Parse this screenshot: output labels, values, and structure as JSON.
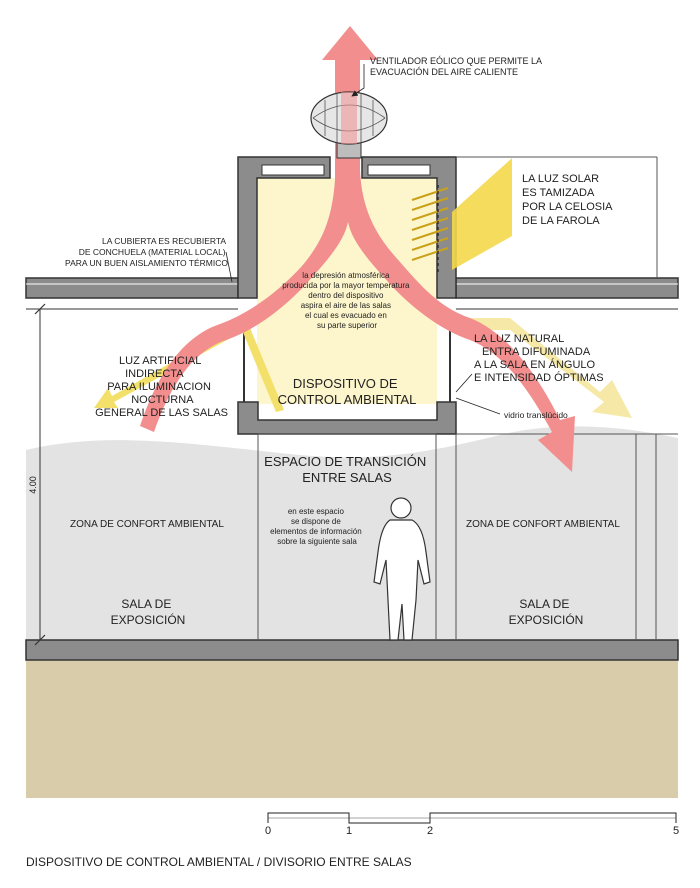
{
  "title": "DISPOSITIVO DE CONTROL AMBIENTAL / DIVISORIO ENTRE SALAS",
  "annotations": {
    "ventilador": [
      "VENTILADOR EÓLICO QUE PERMITE LA",
      "EVACUACIÓN DEL AIRE CALIENTE"
    ],
    "luz_solar": [
      "LA LUZ SOLAR",
      "ES TAMIZADA",
      "POR LA CELOSIA",
      "DE LA FAROLA"
    ],
    "cubierta": [
      "LA CUBIERTA ES RECUBIERTA",
      "DE CONCHUELA (MATERIAL LOCAL)",
      "PARA UN BUEN AISLAMIENTO TÉRMICO"
    ],
    "depresion": [
      "la depresión atmosférica",
      "producida por la mayor temperatura",
      "dentro del dispositivo",
      "aspira el aire de las salas",
      "el cual es evacuado en",
      "su parte superior"
    ],
    "luz_artificial": [
      "LUZ ARTIFICIAL",
      "INDIRECTA",
      "PARA ILUMINACION",
      "NOCTURNA",
      "GENERAL DE LAS SALAS"
    ],
    "luz_natural": [
      "LA LUZ NATURAL",
      "ENTRA DIFUMINADA",
      "A LA SALA EN ÁNGULO",
      "E INTENSIDAD ÓPTIMAS"
    ],
    "dispositivo": [
      "DISPOSITIVO DE",
      "CONTROL AMBIENTAL"
    ],
    "vidrio": "vidrio translúcido",
    "transicion": [
      "ESPACIO DE TRANSICIÓN",
      "ENTRE SALAS"
    ],
    "espacio_info": [
      "en este espacio",
      "se dispone de",
      "elementos de información",
      "sobre la siguiente sala"
    ],
    "confort_left": "ZONA DE CONFORT AMBIENTAL",
    "confort_right": "ZONA DE CONFORT AMBIENTAL",
    "sala_left": [
      "SALA DE",
      "EXPOSICIÓN"
    ],
    "sala_right": [
      "SALA DE",
      "EXPOSICIÓN"
    ],
    "height_dim": "4.00"
  },
  "scale": {
    "labels": [
      "0",
      "1",
      "2",
      "5"
    ]
  },
  "colors": {
    "air_flow": "#f28e8e",
    "sunlight": "#f5d84a",
    "artificial_light": "#f3e06a",
    "diffuse_light": "#f6e9a8",
    "device_interior": "#fdf6cc",
    "wall_gray": "#8c8c8c",
    "comfort_zone": "#e3e3e3",
    "ground": "#d9ccaa"
  }
}
